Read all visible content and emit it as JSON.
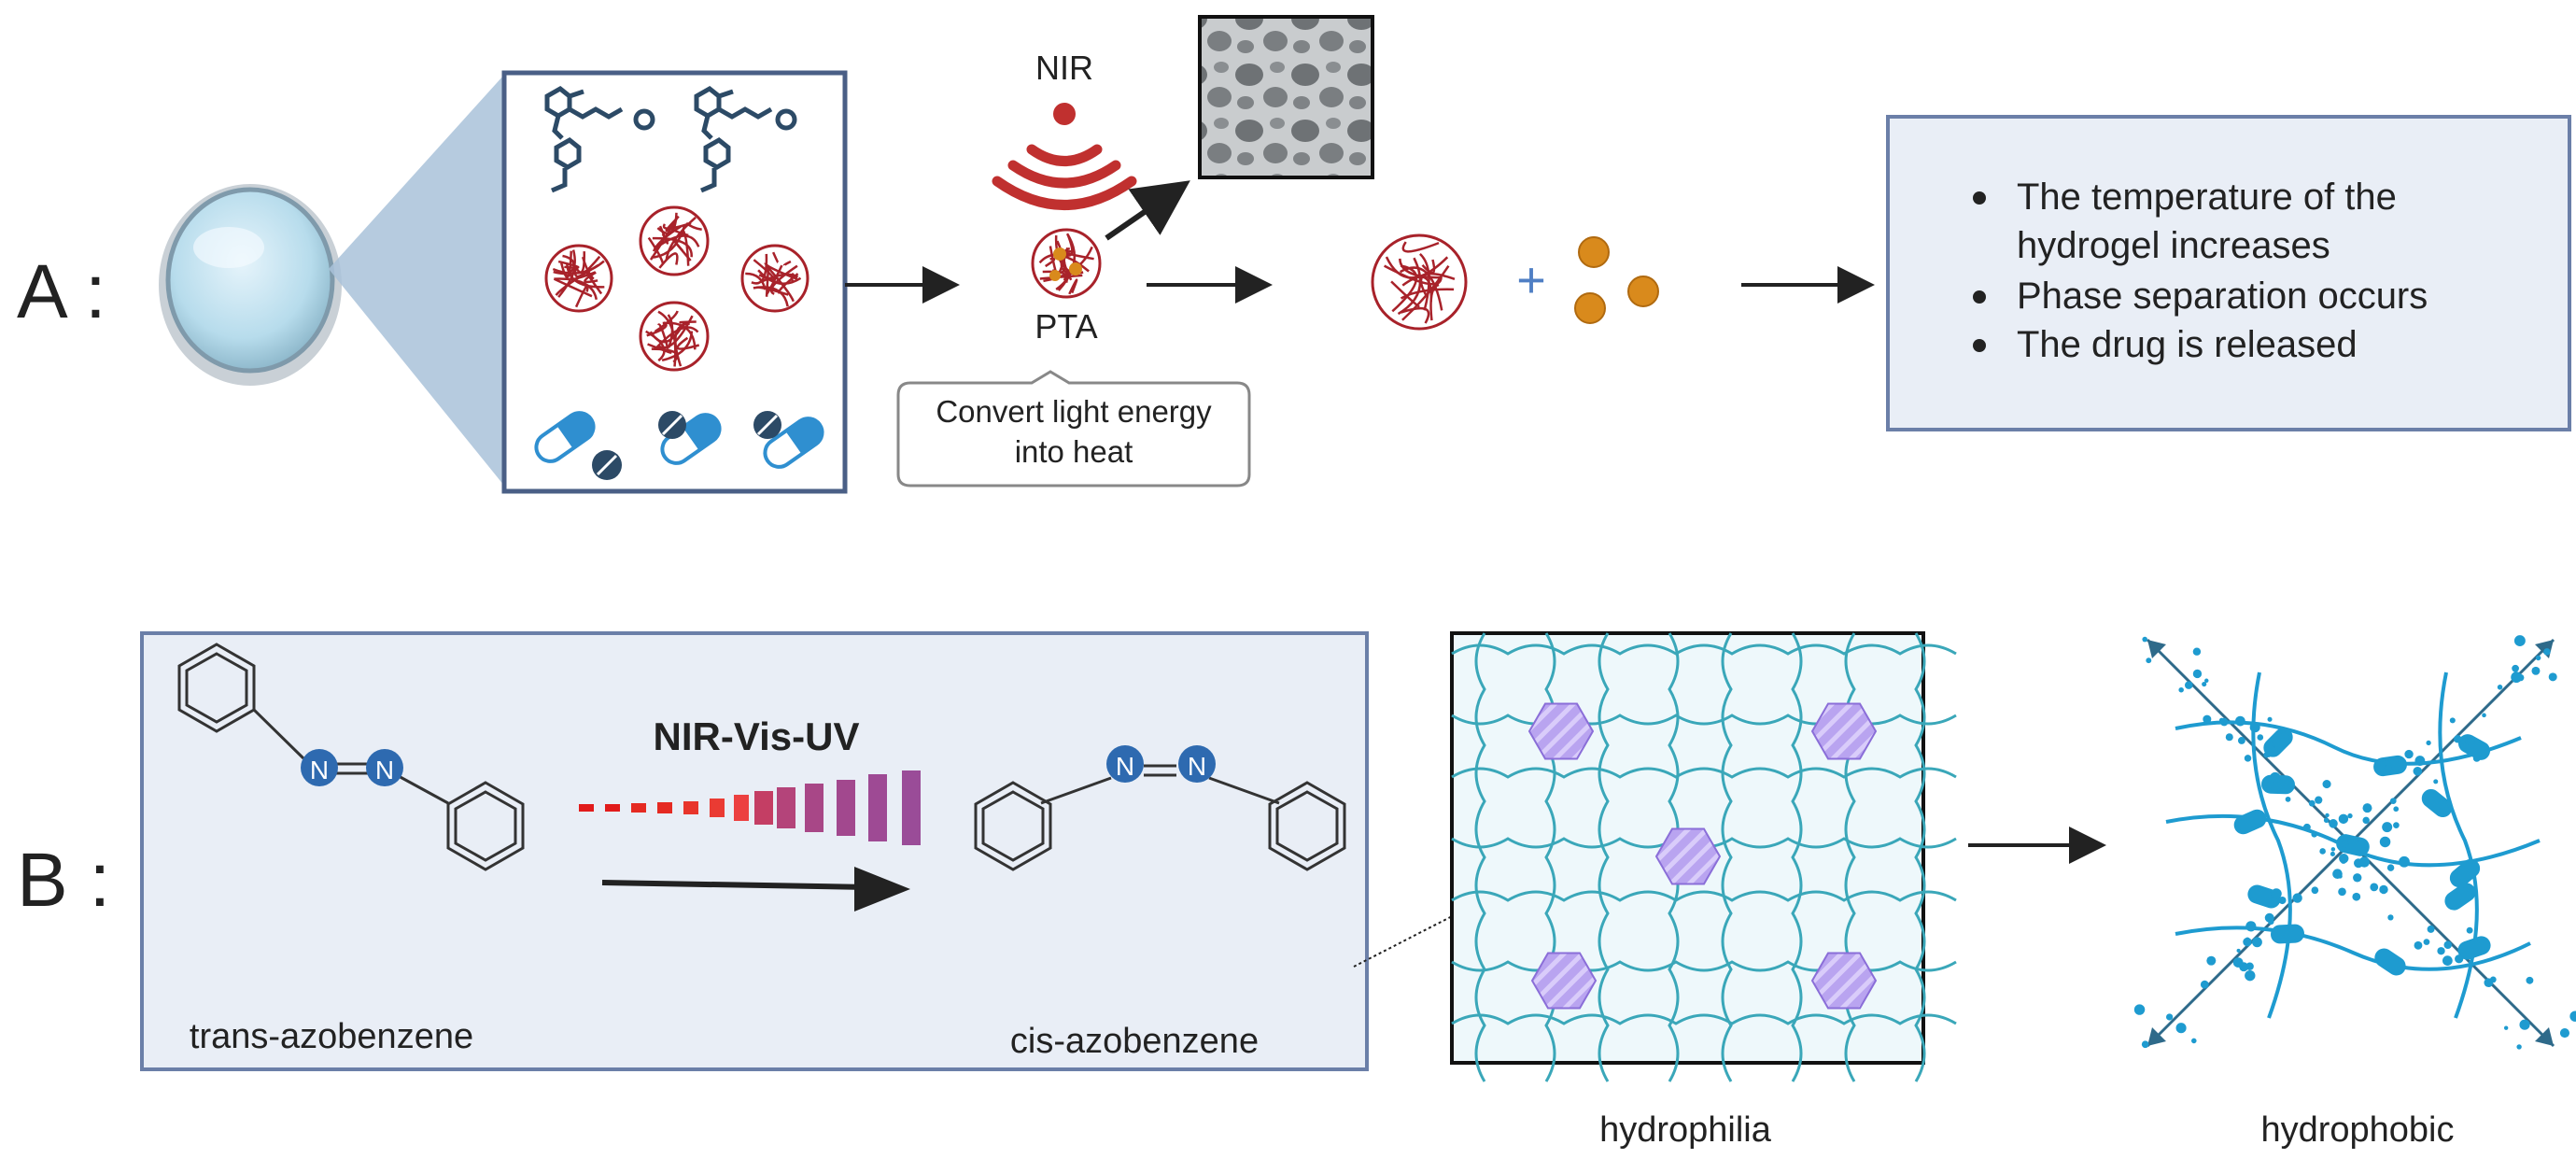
{
  "panel_a": {
    "label": "A :",
    "nir_label": "NIR",
    "pta_label": "PTA",
    "callout_lines": [
      "Convert light energy",
      "into heat"
    ],
    "result_bullets": [
      "The temperature of the",
      "hydrogel increases",
      "Phase separation occurs",
      "The drug is released"
    ],
    "plus_sign": "+"
  },
  "panel_b": {
    "label": "B :",
    "light_label": "NIR-Vis-UV",
    "trans_label": "trans-azobenzene",
    "cis_label": "cis-azobenzene",
    "atom_label": "N",
    "hydrophilic_label": "hydrophilia",
    "hydrophobic_label": "hydrophobic"
  },
  "colors": {
    "box_border": "#6b7fa8",
    "box_fill": "#e9eef6",
    "red_ball": "#a8222a",
    "drug_orange": "#d98a1c",
    "capsule_blue": "#2f8fd0",
    "molecule_dark": "#2c4a66",
    "wave_red": "#c0302f",
    "n_atom": "#2e6ab0",
    "hydrogel_line": "#3aa7b9",
    "hexagon_purple": "#a98ee8",
    "plus_blue": "#4f7fc4"
  },
  "icons": [
    "petri-dish-icon",
    "polymer-molecule-icon",
    "nanoparticle-icon",
    "capsule-icon",
    "signal-wave-icon",
    "porous-scaffold-icon",
    "hexagon-icon"
  ]
}
